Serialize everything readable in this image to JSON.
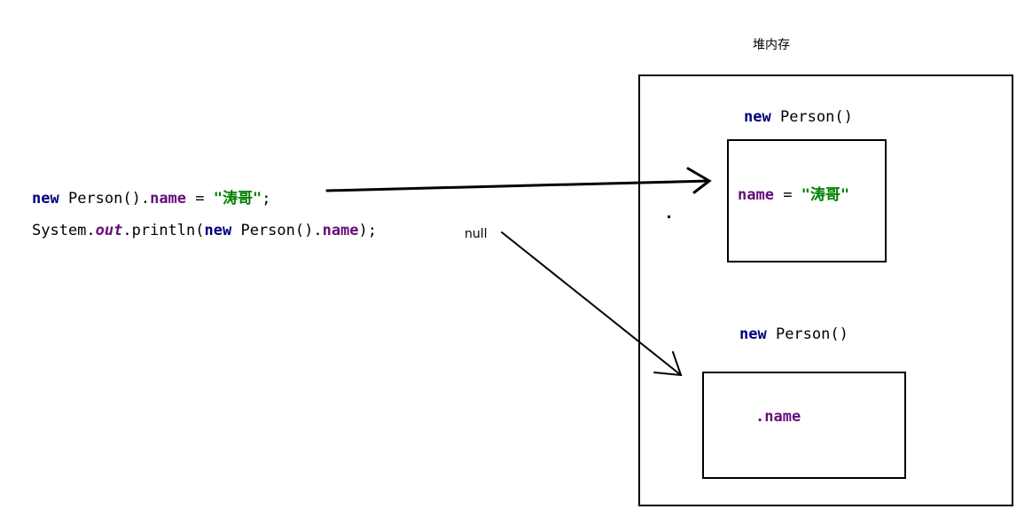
{
  "heap": {
    "title": "堆内存"
  },
  "code": {
    "line1": {
      "kw_new": "new",
      "cls": " Person().",
      "field": "name",
      "op": " = ",
      "str": "\"涛哥\"",
      "end": ";"
    },
    "line2": {
      "prefix": "System.",
      "out": "out",
      "mid": ".println(",
      "kw_new": "new",
      "cls": " Person().",
      "field": "name",
      "end": ");"
    }
  },
  "null_label": "null",
  "object1": {
    "header_kw": "new",
    "header_cls": " Person()",
    "field": "name",
    "op": " = ",
    "str": "\"涛哥\""
  },
  "object2": {
    "header_kw": "new",
    "header_cls": " Person()",
    "field": ".name"
  }
}
